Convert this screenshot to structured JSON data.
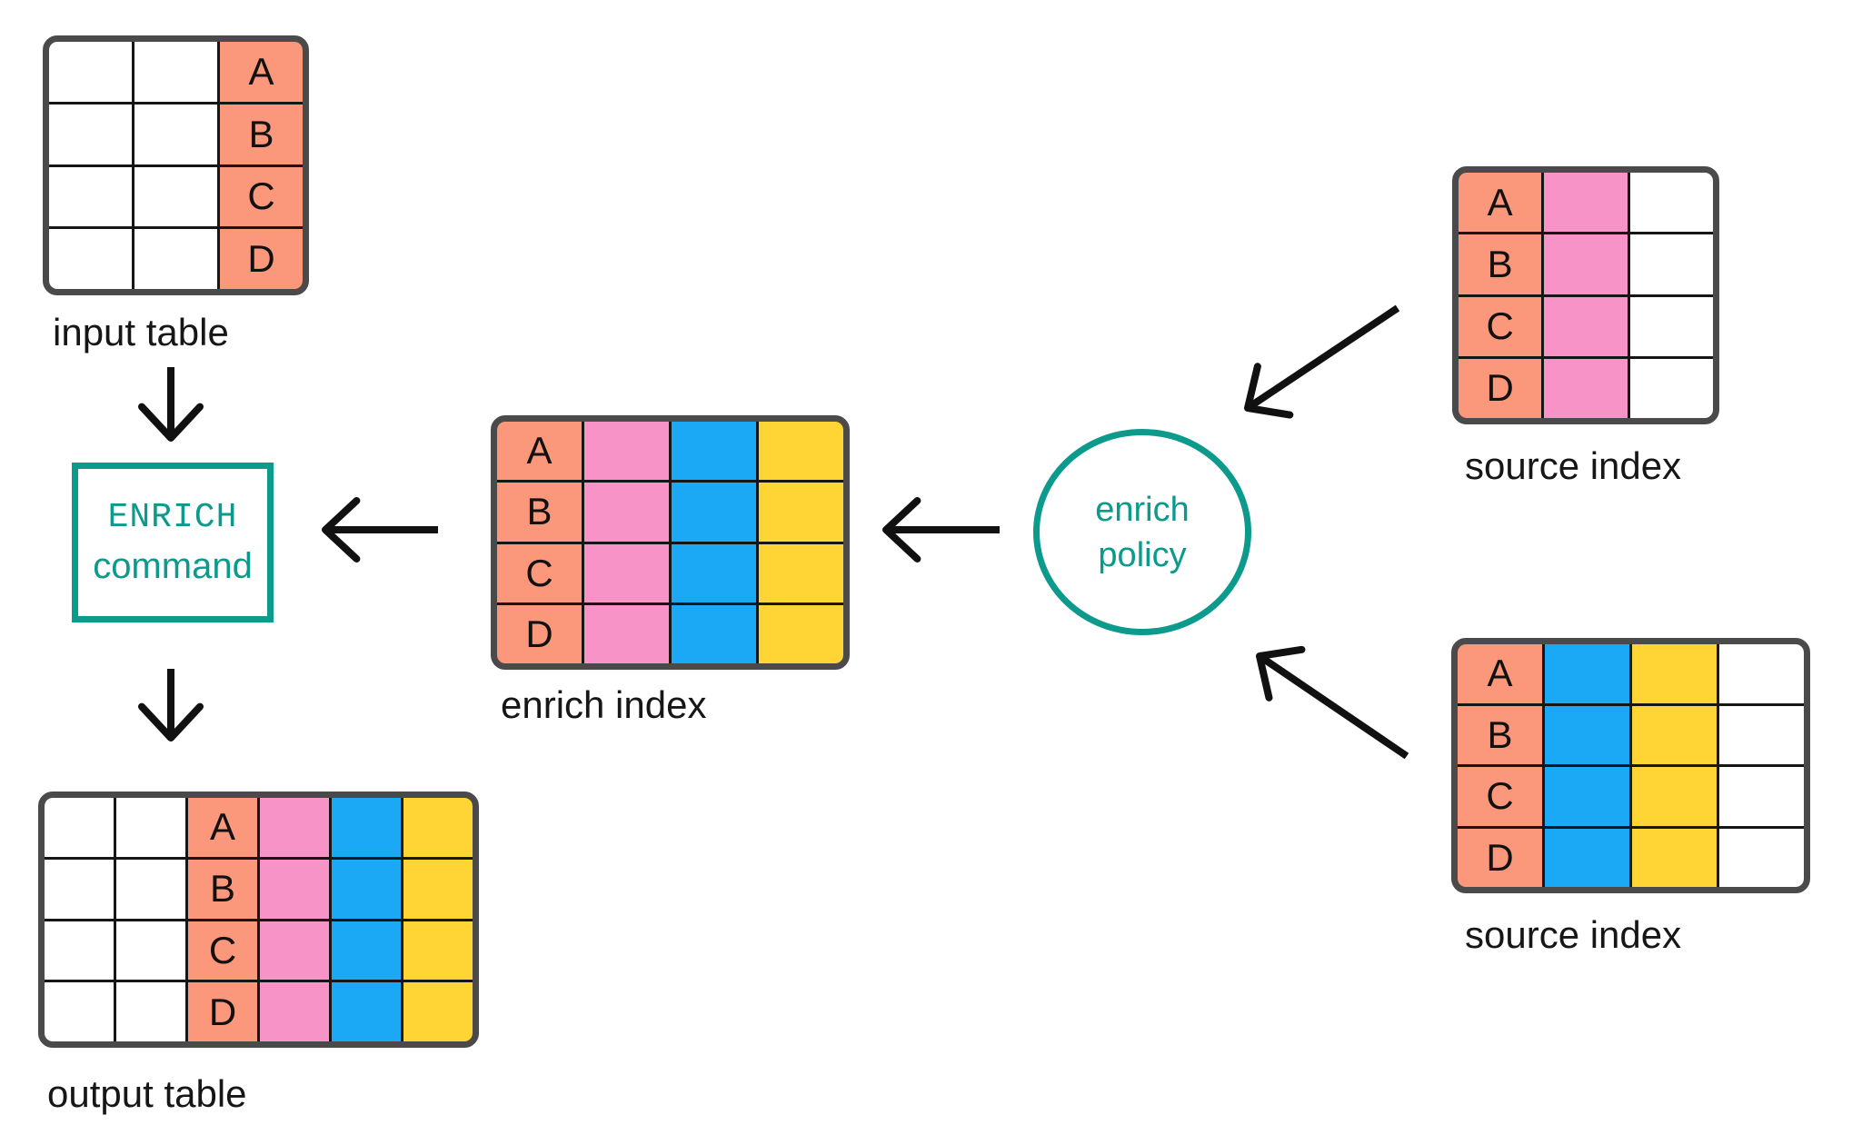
{
  "row_labels": [
    "A",
    "B",
    "C",
    "D"
  ],
  "labels": {
    "input_table": "input table",
    "output_table": "output table",
    "enrich_index": "enrich index",
    "source_index_top": "source index",
    "source_index_bottom": "source index",
    "enrich_command_line1": "ENRICH",
    "enrich_command_line2": "command",
    "enrich_policy_line1": "enrich",
    "enrich_policy_line2": "policy"
  },
  "tables": {
    "input_table": {
      "columns": [
        "white",
        "white",
        "salmon-keys"
      ],
      "rows": 4
    },
    "enrich_index": {
      "columns": [
        "salmon-keys",
        "pink",
        "blue",
        "yellow"
      ],
      "rows": 4
    },
    "source_index_top": {
      "columns": [
        "salmon-keys",
        "pink",
        "white"
      ],
      "rows": 4
    },
    "source_index_bottom": {
      "columns": [
        "salmon-keys",
        "blue",
        "yellow",
        "white"
      ],
      "rows": 4
    },
    "output_table": {
      "columns": [
        "white",
        "white",
        "salmon-keys",
        "pink",
        "blue",
        "yellow"
      ],
      "rows": 4
    }
  },
  "flow": [
    "input table -> ENRICH command",
    "ENRICH command -> output table",
    "enrich index -> ENRICH command",
    "enrich policy -> enrich index",
    "source index (top) -> enrich policy",
    "source index (bottom) -> enrich policy"
  ],
  "colors": {
    "salmon": "#fb977a",
    "pink": "#f893c8",
    "blue": "#1ba9f5",
    "yellow": "#fed535",
    "teal": "#0b9a8c",
    "table_border": "#4a4a4a",
    "grid_line": "#161616",
    "arrow": "#111111",
    "text": "#161616"
  }
}
